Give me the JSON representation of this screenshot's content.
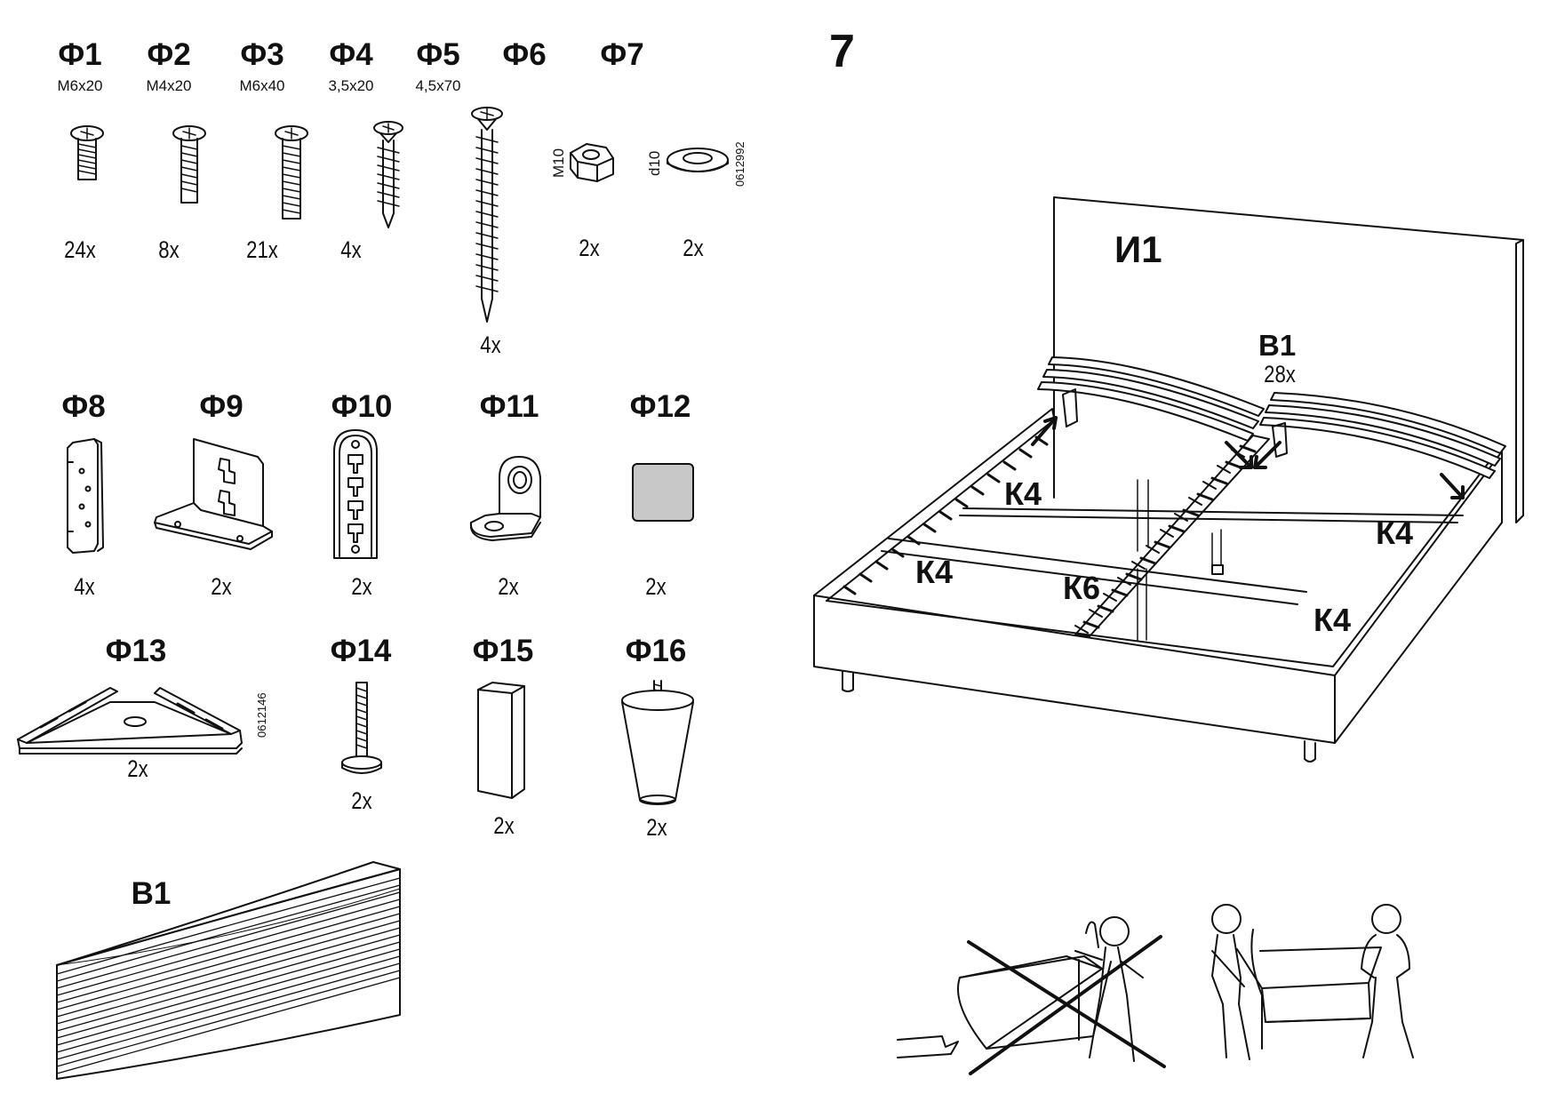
{
  "step": "7",
  "parts": [
    {
      "label": "Ф1",
      "spec": "M6x20",
      "qty": "24x"
    },
    {
      "label": "Ф2",
      "spec": "M4x20",
      "qty": "8x"
    },
    {
      "label": "Ф3",
      "spec": "M6x40",
      "qty": "21x"
    },
    {
      "label": "Ф4",
      "spec": "3,5x20",
      "qty": "4x"
    },
    {
      "label": "Ф5",
      "spec": "4,5x70",
      "qty": "4x"
    },
    {
      "label": "Ф6",
      "spec": "M10",
      "qty": "2x"
    },
    {
      "label": "Ф7",
      "spec": "d10",
      "qty": "2x",
      "code": "0612992"
    },
    {
      "label": "Ф8",
      "qty": "4x"
    },
    {
      "label": "Ф9",
      "qty": "2x"
    },
    {
      "label": "Ф10",
      "qty": "2x"
    },
    {
      "label": "Ф11",
      "qty": "2x"
    },
    {
      "label": "Ф12",
      "qty": "2x"
    },
    {
      "label": "Ф13",
      "qty": "2x",
      "code": "0612146"
    },
    {
      "label": "Ф14",
      "qty": "2x"
    },
    {
      "label": "Ф15",
      "qty": "2x"
    },
    {
      "label": "Ф16",
      "qty": "2x"
    }
  ],
  "slats": {
    "label": "В1",
    "qty": "28x"
  },
  "assembly": {
    "headboard": "И1",
    "slats_label": "В1",
    "slats_qty": "28x",
    "side_left_front": "К4",
    "side_left_back": "К4",
    "side_right_back": "К4",
    "side_right_front": "К4",
    "center_beam": "К6"
  },
  "colors": {
    "line": "#111111",
    "pad": "#c8c8c8"
  }
}
